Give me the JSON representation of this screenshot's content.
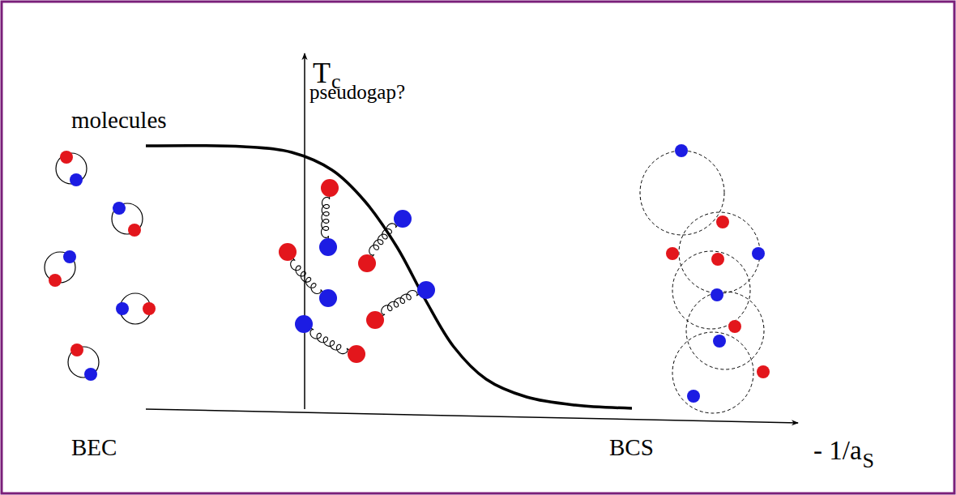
{
  "diagram": {
    "labels": [
      "molecules",
      "T",
      "c",
      "pseudogap?",
      "BEC",
      "BCS",
      "- 1/a",
      "S"
    ]
  }
}
